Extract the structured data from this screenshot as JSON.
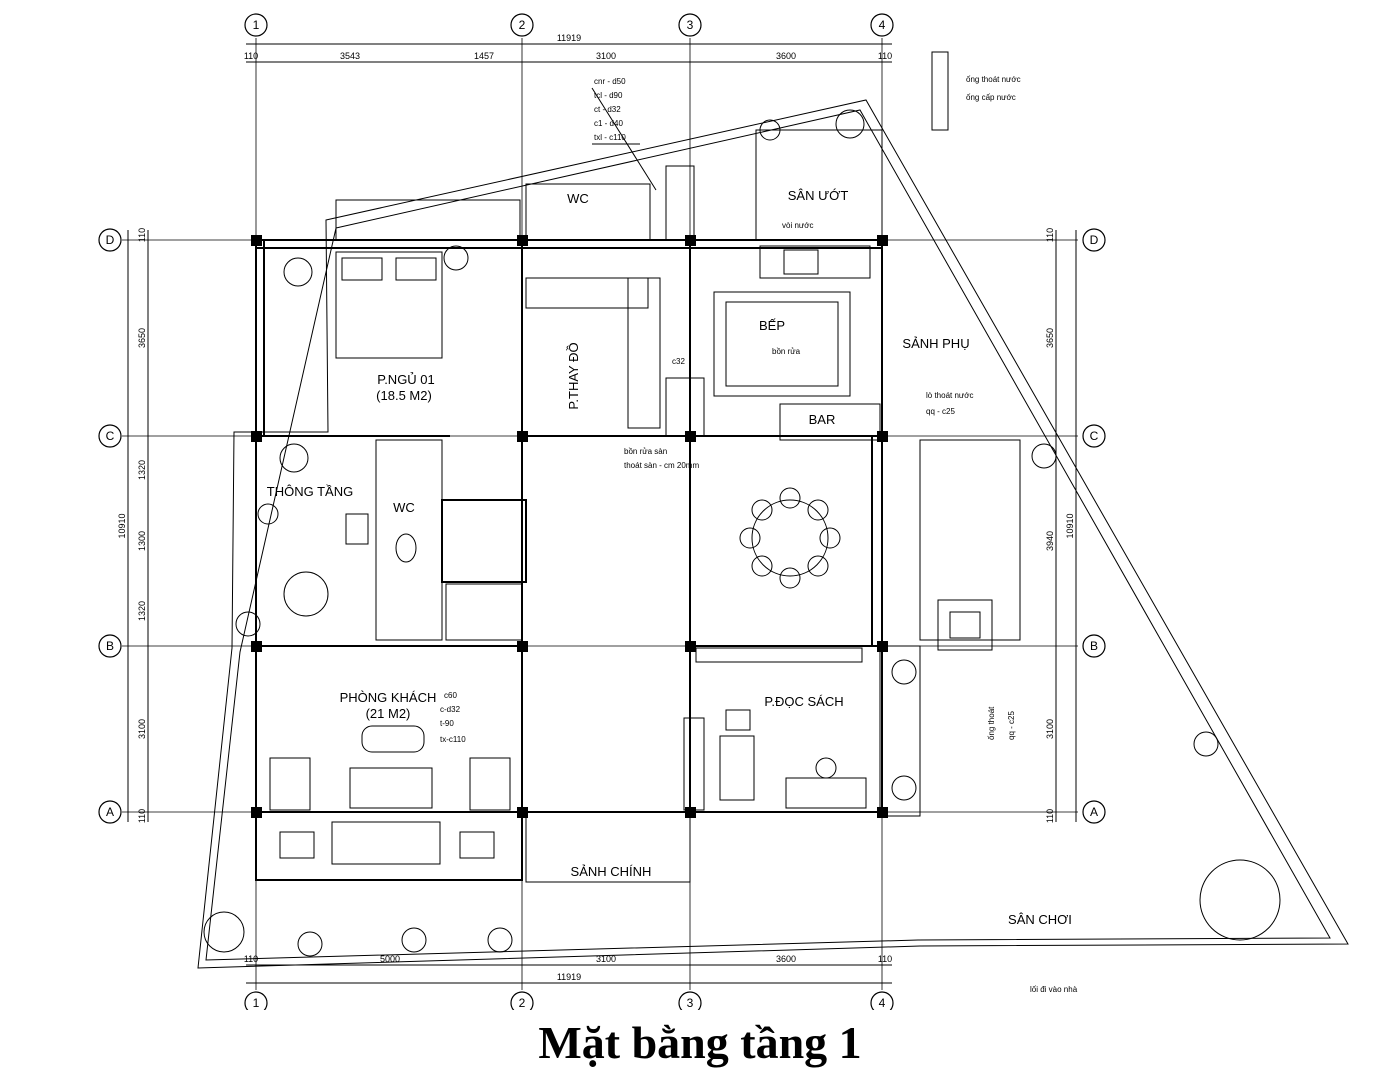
{
  "caption": "Mặt bằng tầng 1",
  "axes": {
    "a1": "1",
    "a2": "2",
    "a3": "3",
    "a4": "4",
    "aA": "A",
    "aB": "B",
    "aC": "C",
    "aD": "D"
  },
  "dims_top": {
    "total": "11919",
    "e1": "110",
    "s1": "3543",
    "s2": "1457",
    "s3": "3100",
    "s4": "3600",
    "e2": "110"
  },
  "dims_bottom": {
    "total": "11919",
    "e1": "110",
    "s1": "5000",
    "s2": "3100",
    "s3": "3600",
    "e2": "110"
  },
  "dims_left": {
    "total": "10910",
    "e1": "110",
    "s1": "3650",
    "s2": "1320",
    "s3": "1300",
    "s4": "1320",
    "s5": "3100",
    "e2": "110"
  },
  "dims_right": {
    "total": "10910",
    "e1": "110",
    "s1": "3650",
    "s2": "3940",
    "s3": "3100",
    "e2": "110"
  },
  "rooms": {
    "wc_top": "WC",
    "san_uot": "SÂN ƯỚT",
    "bep": "BẾP",
    "bon_nuoc": "bồn rửa",
    "sanh_phu": "SẢNH PHỤ",
    "pn_name": "P.NGỦ 01",
    "pn_area": "(18.5 M2)",
    "p_thay_do": "P.THAY ĐỒ",
    "bar": "BAR",
    "thong_tang": "THÔNG TẦNG",
    "wc_mid": "WC",
    "phong_khach": "PHÒNG KHÁCH",
    "pk_area": "(21 M2)",
    "p_doc_sach": "P.ĐỌC SÁCH",
    "sanh_chinh": "SẢNH CHÍNH",
    "san_choi": "SÂN CHƠI"
  },
  "notes": {
    "legend_1": "ống thoát nước",
    "legend_2": "ống cấp nước",
    "pipe_1": "cnr - d50",
    "pipe_2": "tcl - d90",
    "pipe_3": "ct - d32",
    "pipe_4": "c1 - d40",
    "pipe_5": "txl - c110",
    "pipe_bar_1": "lò thoát nước",
    "pipe_bar_2": "qq - c25",
    "pk_pipe_1": "c60",
    "pk_pipe_2": "c-d32",
    "pk_pipe_3": "t-90",
    "pk_pipe_4": "tx-c110",
    "mid_note_1": "bồn rửa sàn",
    "mid_note_2": "thoát sàn - cm 20mm",
    "kitchen_pipe": "c32",
    "faucet": "vòi nước",
    "right_vert_1": "ống thoát",
    "right_vert_2": "qq - c25",
    "bottom_note": "lối đi vào nhà"
  }
}
